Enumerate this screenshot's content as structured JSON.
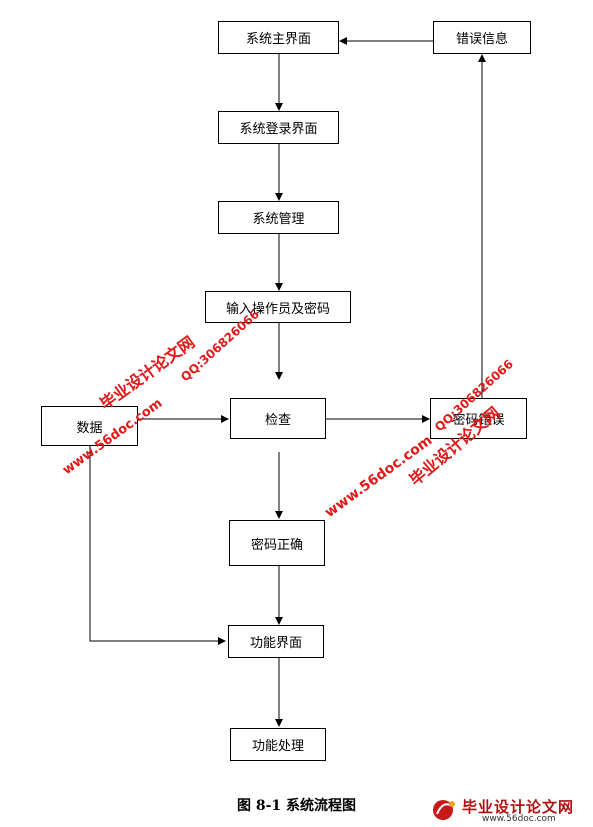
{
  "nodes": {
    "main_ui": "系统主界面",
    "error_info": "错误信息",
    "login_ui": "系统登录界面",
    "sys_manage": "系统管理",
    "input_operator": "输入操作员及密码",
    "data": "数据",
    "check": "检查",
    "password_error": "密码错误",
    "password_correct": "密码正确",
    "function_ui": "功能界面",
    "function_process": "功能处理"
  },
  "caption": "图 8-1 系统流程图",
  "watermarks": {
    "site_cn": "毕业设计论文网",
    "url": "www.56doc.com",
    "qq": "QQ:306826066"
  },
  "logo": {
    "text": "毕业设计论文网",
    "url": "www.56doc.com"
  },
  "colors": {
    "watermark": "#e01818",
    "line": "#000000"
  }
}
